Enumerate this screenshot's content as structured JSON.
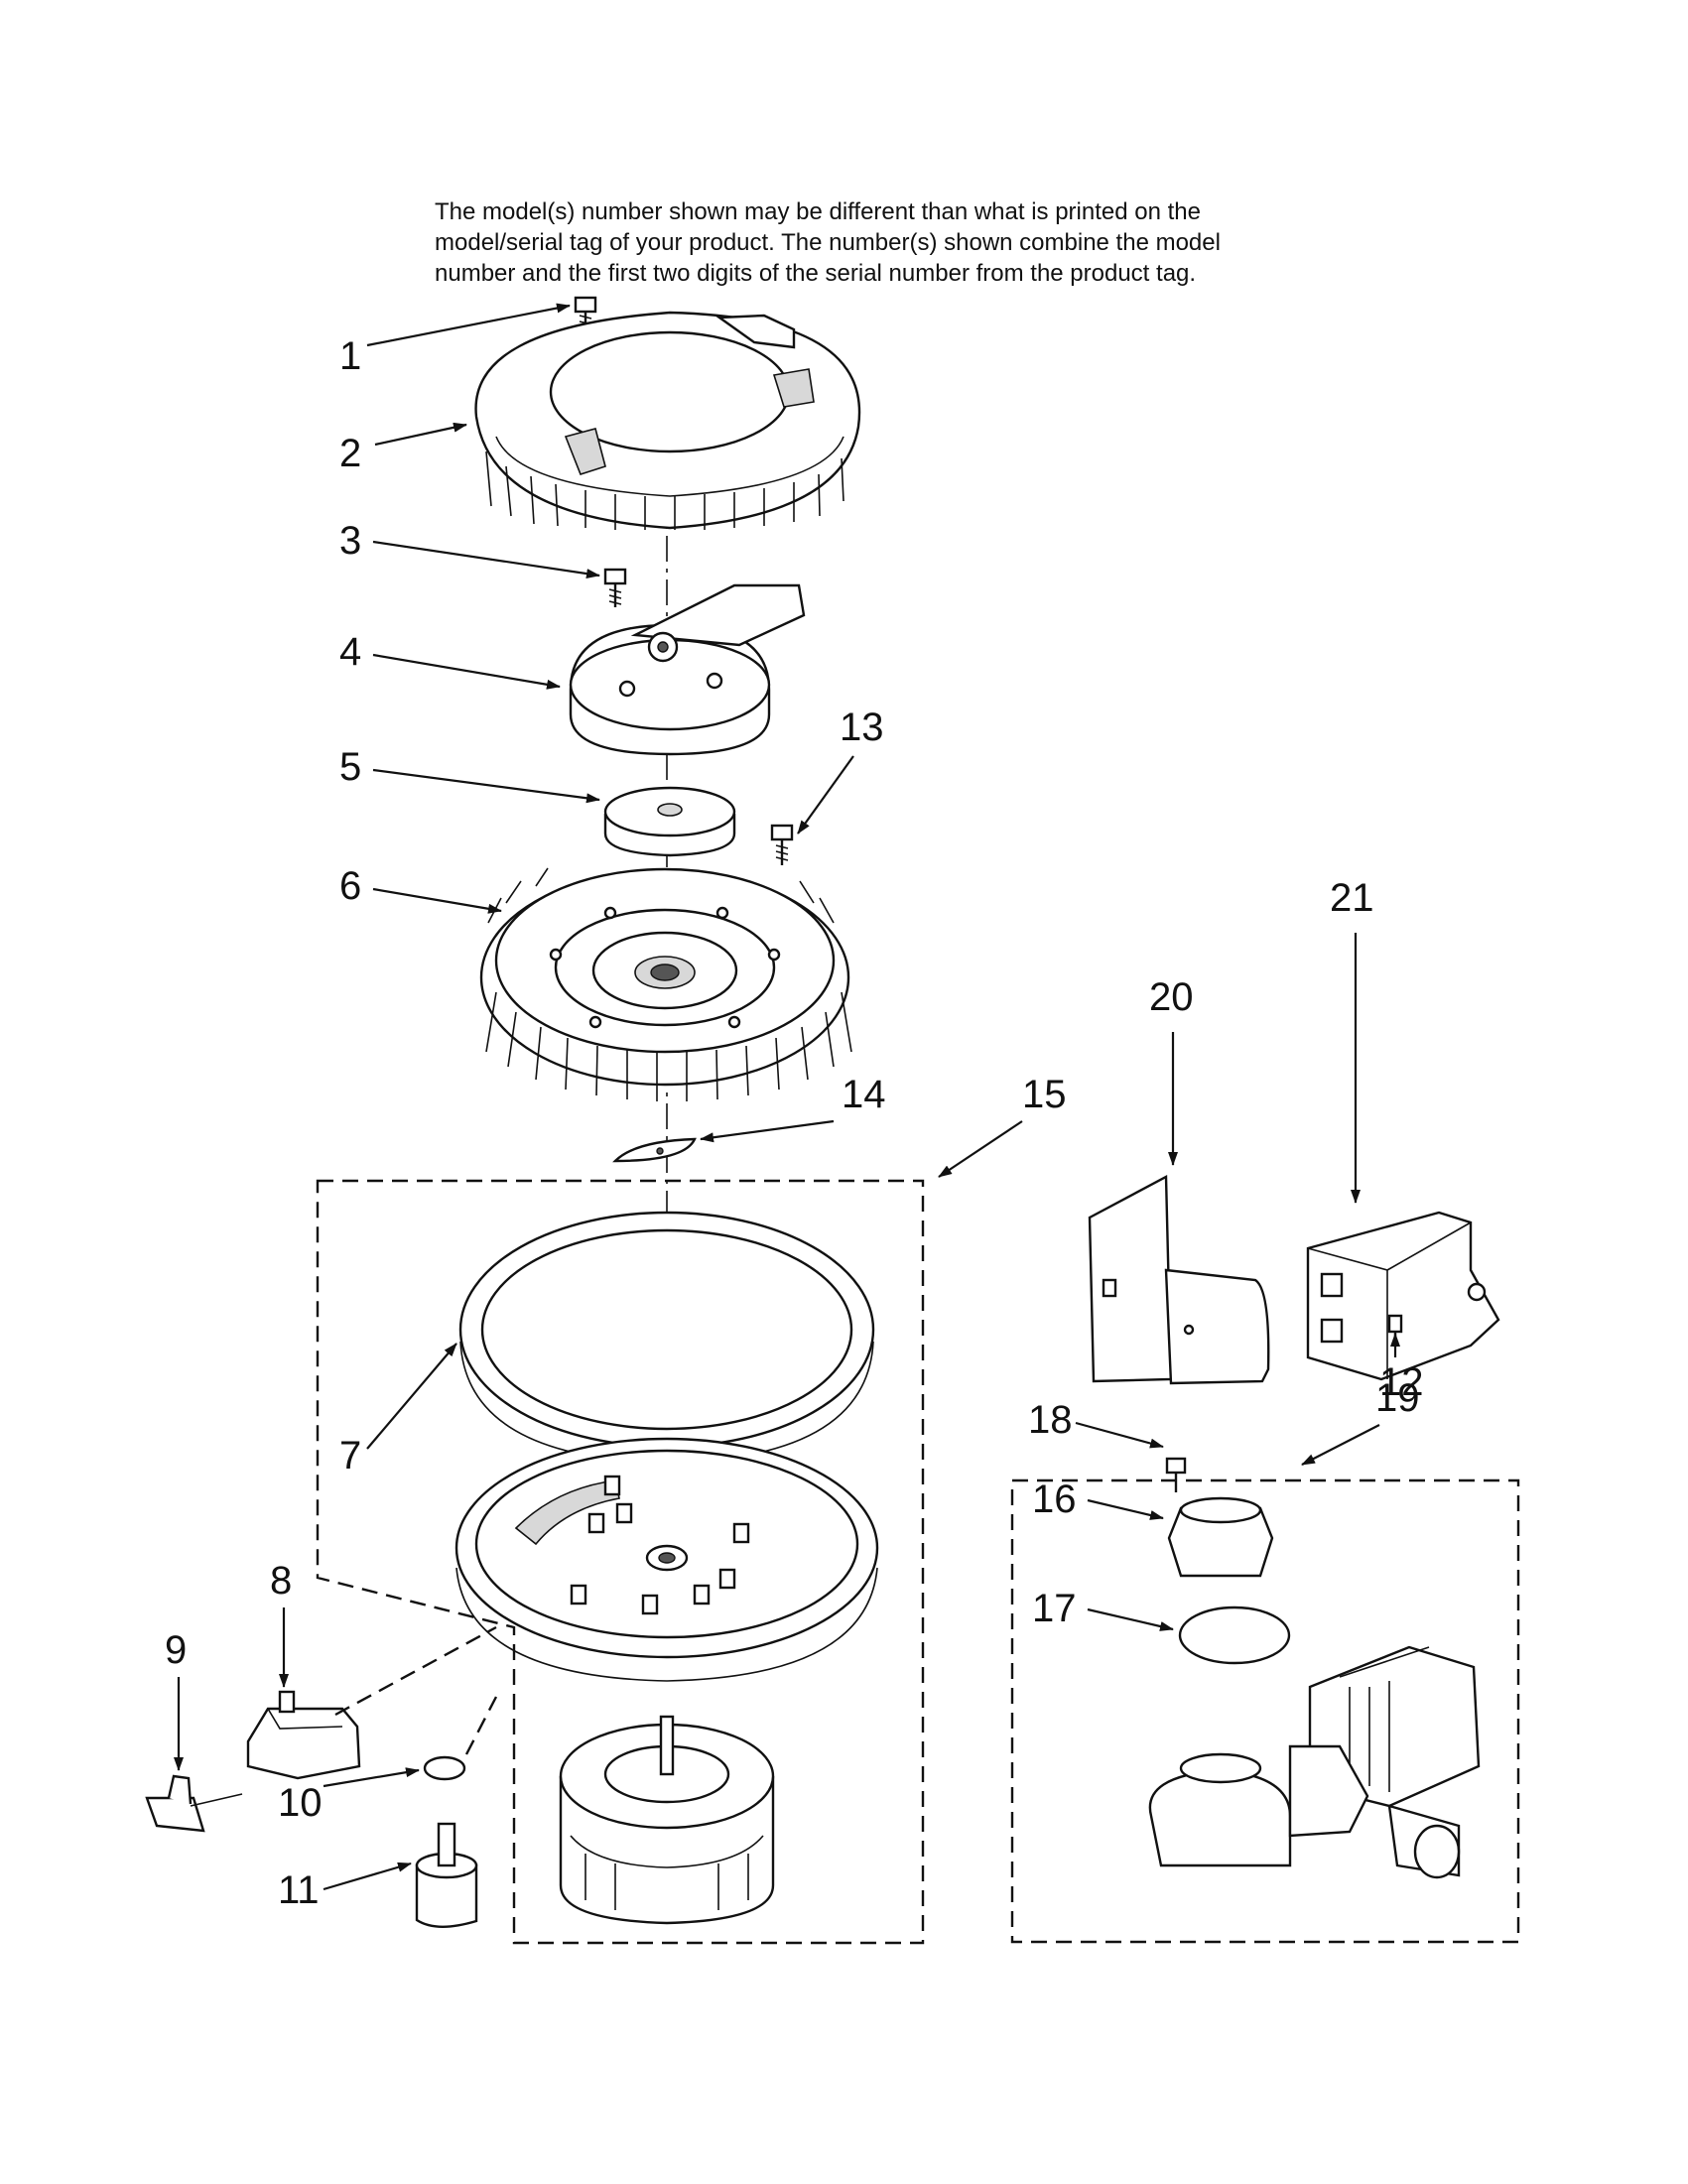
{
  "note": {
    "lines": [
      "The model(s) number shown may be different than what is printed on the",
      "model/serial tag of your product. The number(s) shown combine the model",
      "number and the first two digits of the serial number from the product tag."
    ]
  },
  "callouts": [
    "1",
    "2",
    "3",
    "4",
    "5",
    "6",
    "7",
    "8",
    "9",
    "10",
    "11",
    "12",
    "13",
    "14",
    "15",
    "16",
    "17",
    "18",
    "19",
    "20",
    "21"
  ]
}
